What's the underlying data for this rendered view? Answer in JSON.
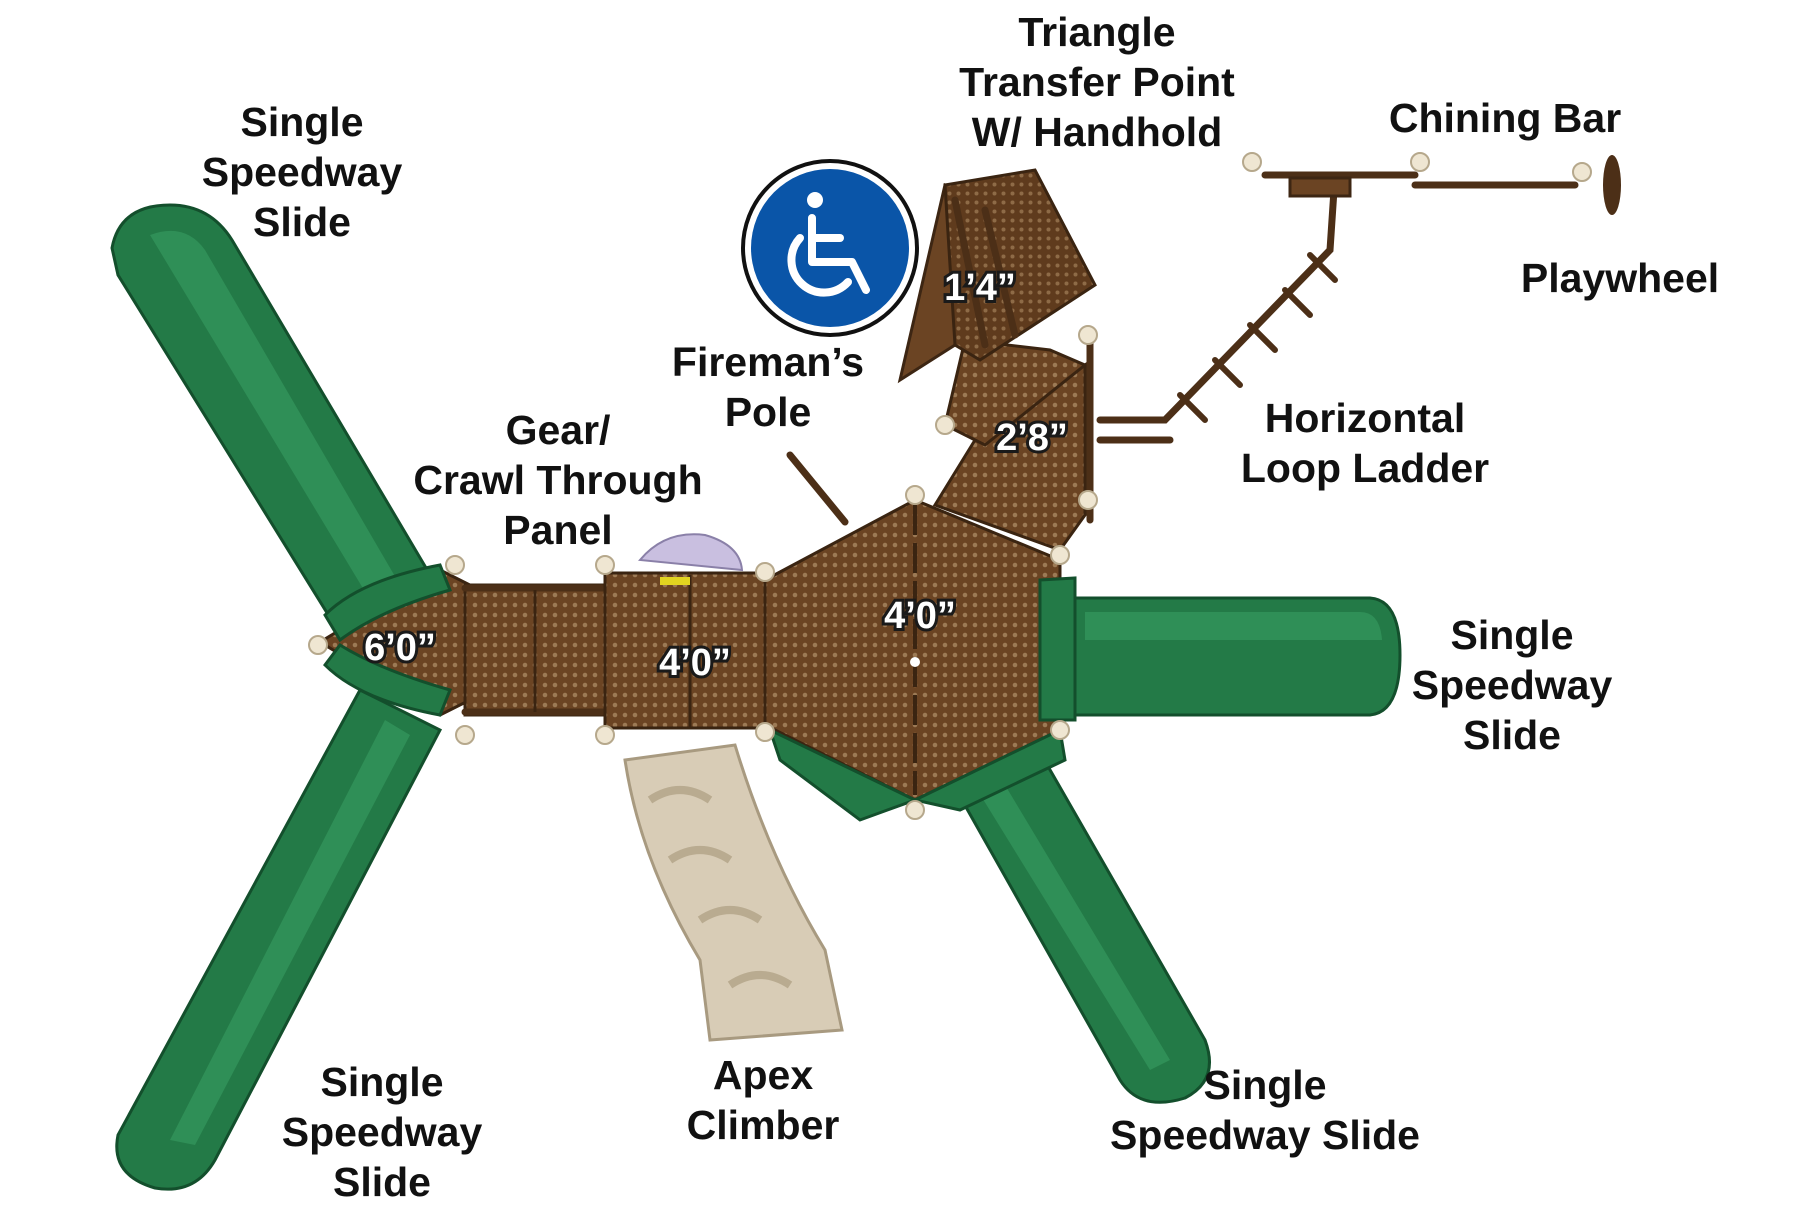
{
  "colors": {
    "slide_green": "#237a47",
    "deck_brown": "#6b4423",
    "climber_tan": "#d8ccb6",
    "accessibility_blue": "#0a55a8",
    "label_text": "#111111"
  },
  "icons": {
    "accessibility": "wheelchair-icon"
  },
  "labels": {
    "slide_top_left": [
      "Single",
      "Speedway",
      "Slide"
    ],
    "slide_right": [
      "Single",
      "Speedway",
      "Slide"
    ],
    "slide_bottom_left": [
      "Single",
      "Speedway",
      "Slide"
    ],
    "slide_bottom_right": [
      "Single",
      "Speedway Slide"
    ],
    "triangle_transfer": [
      "Triangle",
      "Transfer Point",
      "W/ Handhold"
    ],
    "chining_bar": "Chining Bar",
    "playwheel": "Playwheel",
    "firemans_pole": [
      "Fireman’s",
      "Pole"
    ],
    "gear_panel": [
      "Gear/",
      "Crawl Through",
      "Panel"
    ],
    "horizontal_ladder": [
      "Horizontal",
      "Loop Ladder"
    ],
    "apex_climber": [
      "Apex",
      "Climber"
    ]
  },
  "deck_heights": {
    "transfer_step": "1’4”",
    "upper_deck": "2’8”",
    "left_deck": "6’0”",
    "middle_deck": "4’0”",
    "hex_deck": "4’0”"
  }
}
